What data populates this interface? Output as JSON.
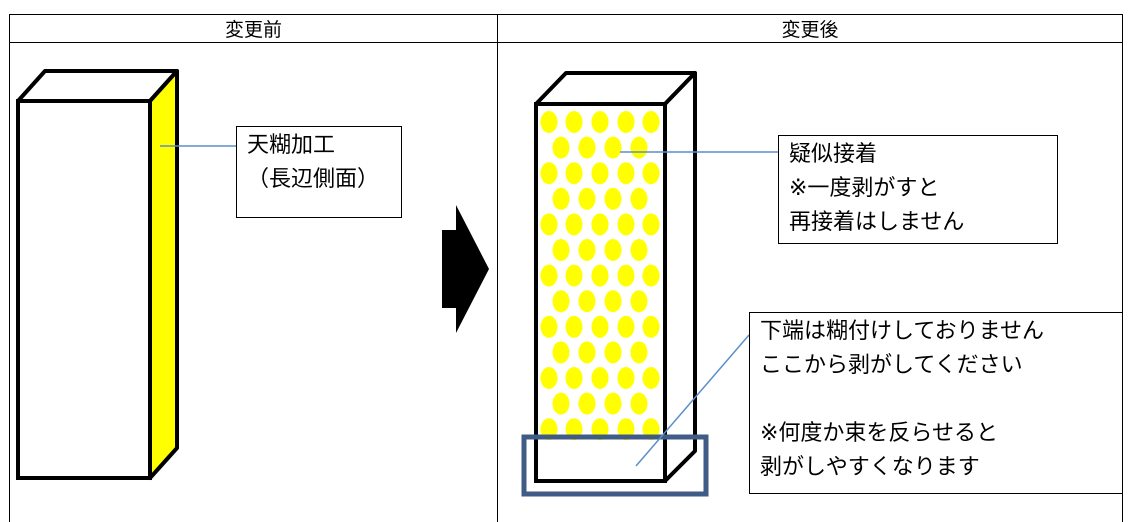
{
  "table": {
    "before_header": "変更前",
    "after_header": "変更後"
  },
  "before": {
    "callout": [
      "天糊加工",
      "（長辺側面）"
    ],
    "glue_color": "#ffff00"
  },
  "after": {
    "callout_top": [
      "疑似接着",
      "※一度剥がすと",
      "再接着はしません"
    ],
    "callout_bottom": [
      "下端は糊付けしておりません",
      "ここから剥がしてください",
      "",
      "※何度か束を反らせると",
      "剥がしやすくなります"
    ],
    "dot_color": "#ffff00",
    "highlight_color": "#3f5b86"
  },
  "leader_color": "#5b8fc8"
}
